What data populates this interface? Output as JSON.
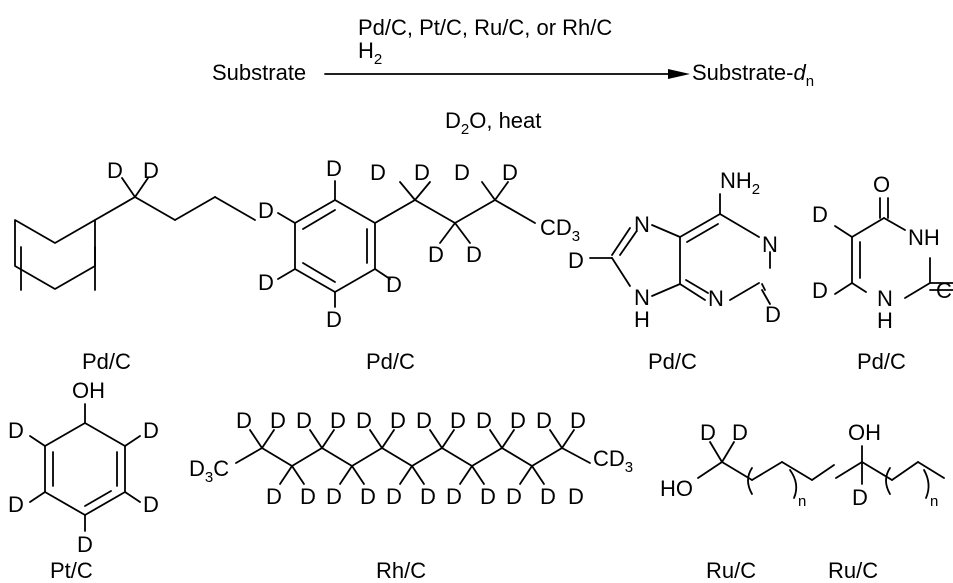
{
  "scheme": {
    "reactant": "Substrate",
    "product_base": "Substrate-",
    "product_italic": "d",
    "product_subscript": "n",
    "catalysts": "Pd/C, Pt/C, Ru/C, or Rh/C",
    "reagent_above": "H",
    "reagent_above_subscript": "2",
    "conditions_d": "D",
    "conditions_d_subscript": "2",
    "conditions_rest": "O, heat"
  },
  "atoms": {
    "D": "D",
    "O": "O",
    "N": "N",
    "H": "H",
    "C": "C",
    "HO": "HO",
    "OH": "OH",
    "NH": "NH",
    "NH2_main": "NH",
    "NH2_sub": "2",
    "CD3_main": "CD",
    "CD3_sub": "3",
    "D3C_pre": "D",
    "D3C_sub": "3",
    "D3C_post": "C",
    "n": "n"
  },
  "compounds": [
    {
      "catalyst": "Pd/C"
    },
    {
      "catalyst": "Pd/C"
    },
    {
      "catalyst": "Pd/C"
    },
    {
      "catalyst": "Pd/C"
    },
    {
      "catalyst": "Pt/C"
    },
    {
      "catalyst": "Rh/C"
    },
    {
      "catalyst": "Ru/C"
    },
    {
      "catalyst": "Ru/C"
    }
  ]
}
